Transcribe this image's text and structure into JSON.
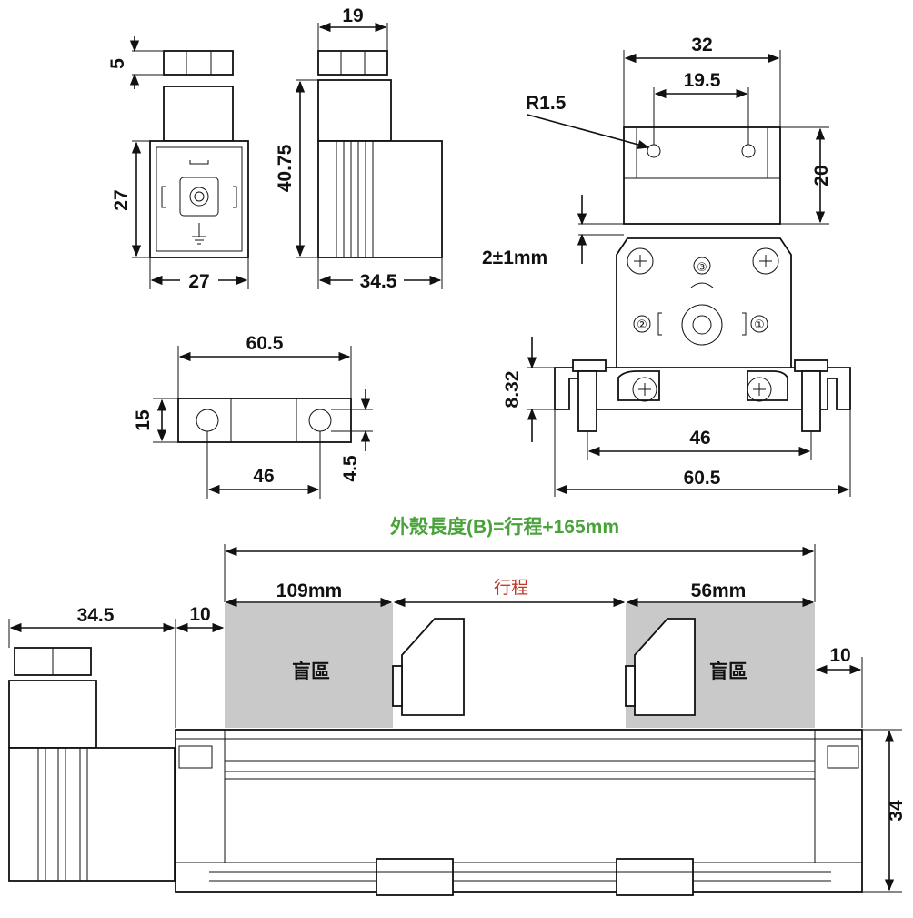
{
  "colors": {
    "green_title": "#4aa23a",
    "red_label": "#c0392b",
    "dead_zone_fill": "#c9c9c9",
    "line": "#111111"
  },
  "connector_front": {
    "dim_top": "5",
    "dim_height": "27",
    "dim_width": "27"
  },
  "connector_side": {
    "dim_width": "19",
    "dim_height": "40.75",
    "dim_depth": "34.5"
  },
  "bracket_top": {
    "dim_width": "60.5",
    "dim_height": "15",
    "dim_holes": "46",
    "dim_hole_offset": "4.5"
  },
  "mount_view": {
    "dim_top_width": "32",
    "dim_hole_spacing": "19.5",
    "dim_radius": "R1.5",
    "dim_height": "20",
    "dim_gap": "2±1mm",
    "dim_rail": "8.32",
    "dim_holes": "46",
    "dim_total": "60.5",
    "pin_labels": [
      "③",
      "②",
      "①"
    ]
  },
  "housing": {
    "title": "外殼長度(B)=行程+165mm",
    "dim_connector": "34.5",
    "dim_left_margin": "10",
    "dim_right_margin": "10",
    "dim_left_dead": "109mm",
    "stroke_label": "行程",
    "dim_right_dead": "56mm",
    "dead_zone_label": "盲區",
    "dim_height": "34"
  }
}
